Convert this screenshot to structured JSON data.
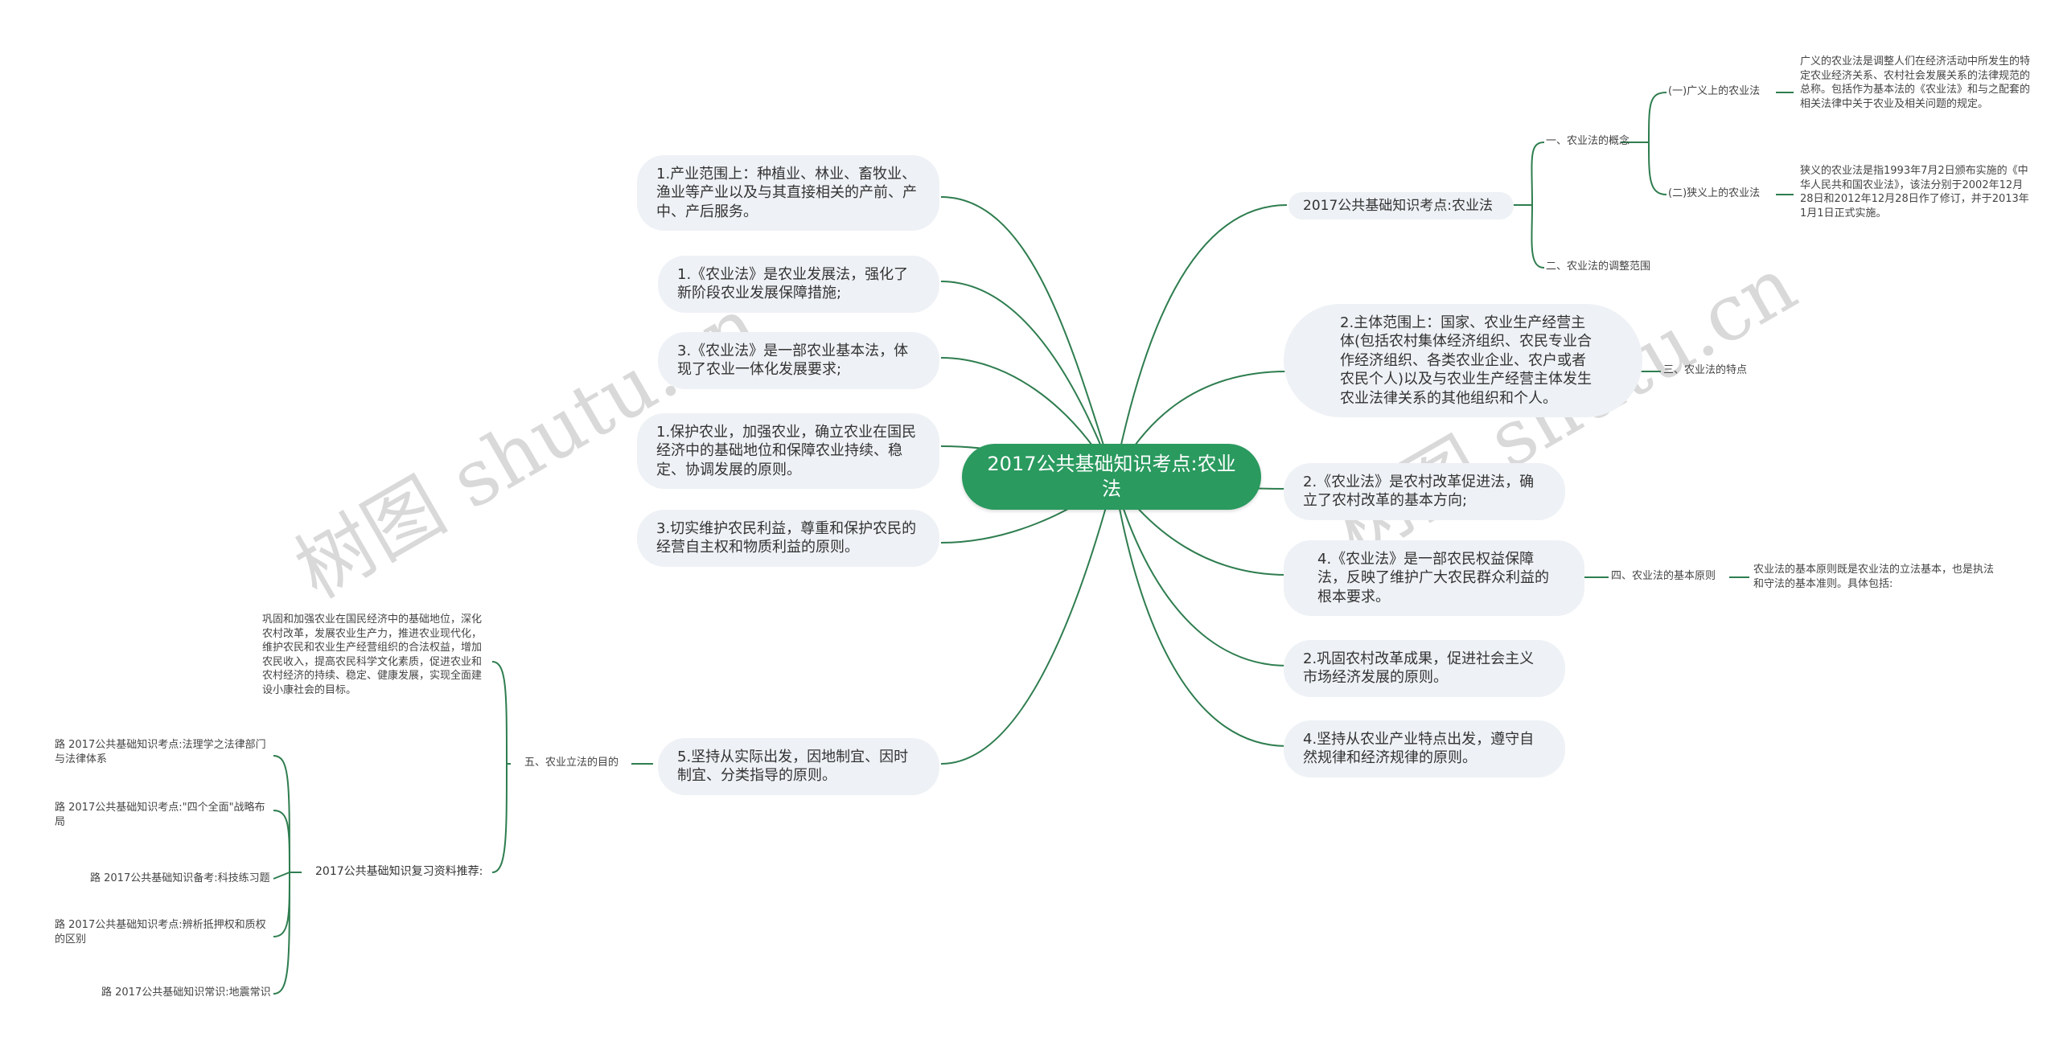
{
  "center": "2017公共基础知识考点:农业法",
  "left_nodes": [
    "1.产业范围上：种植业、林业、畜牧业、渔业等产业以及与其直接相关的产前、产中、产后服务。",
    "1.《农业法》是农业发展法，强化了新阶段农业发展保障措施;",
    "3.《农业法》是一部农业基本法，体现了农业一体化发展要求;",
    "1.保护农业，加强农业，确立农业在国民经济中的基础地位和保障农业持续、稳定、协调发展的原则。",
    "3.切实维护农民利益，尊重和保护农民的经营自主权和物质利益的原则。",
    "5.坚持从实际出发，因地制宜、因时制宜、分类指导的原则。"
  ],
  "right_nodes": [
    "2017公共基础知识考点:农业法",
    "2.主体范围上：国家、农业生产经营主体(包括农村集体经济组织、农民专业合作经济组织、各类农业企业、农户或者农民个人)以及与农业生产经营主体发生农业法律关系的其他组织和个人。",
    "2.《农业法》是农村改革促进法，确立了农村改革的基本方向;",
    "4.《农业法》是一部农民权益保障法，反映了维护广大农民群众利益的根本要求。",
    "2.巩固农村改革成果，促进社会主义市场经济发展的原则。",
    "4.坚持从农业产业特点出发，遵守自然规律和经济规律的原则。"
  ],
  "concept": {
    "label": "一、农业法的概念",
    "broad_label": "(一)广义上的农业法",
    "broad_text": "广义的农业法是调整人们在经济活动中所发生的特定农业经济关系、农村社会发展关系的法律规范的总称。包括作为基本法的《农业法》和与之配套的相关法律中关于农业及相关问题的规定。",
    "narrow_label": "(二)狭义上的农业法",
    "narrow_text": "狭义的农业法是指1993年7月2日颁布实施的《中华人民共和国农业法》，该法分别于2002年12月28日和2012年12月28日作了修订，并于2013年1月1日正式实施。",
    "scope_label": "二、农业法的调整范围"
  },
  "features_label": "三、农业法的特点",
  "principles_label": "四、农业法的基本原则",
  "principles_text": "农业法的基本原则既是农业法的立法基本，也是执法和守法的基本准则。具体包括:",
  "purpose_label": "五、农业立法的目的",
  "purpose_text": "巩固和加强农业在国民经济中的基础地位，深化农村改革，发展农业生产力，推进农业现代化，维护农民和农业生产经营组织的合法权益，增加农民收入，提高农民科学文化素质，促进农业和农村经济的持续、稳定、健康发展，实现全面建设小康社会的目标。",
  "recommend_label": "2017公共基础知识复习资料推荐:",
  "recommend_items": [
    "路 2017公共基础知识考点:法理学之法律部门与法律体系",
    "路 2017公共基础知识考点:\"四个全面\"战略布局",
    "路 2017公共基础知识备考:科技练习题",
    "路 2017公共基础知识考点:辨析抵押权和质权的区别",
    "路 2017公共基础知识常识:地震常识"
  ],
  "watermark": "树图 shutu.cn",
  "colors": {
    "edge": "#2e7d4f",
    "center_bg": "#2a9a5f",
    "pill_bg": "#eef1f5"
  }
}
